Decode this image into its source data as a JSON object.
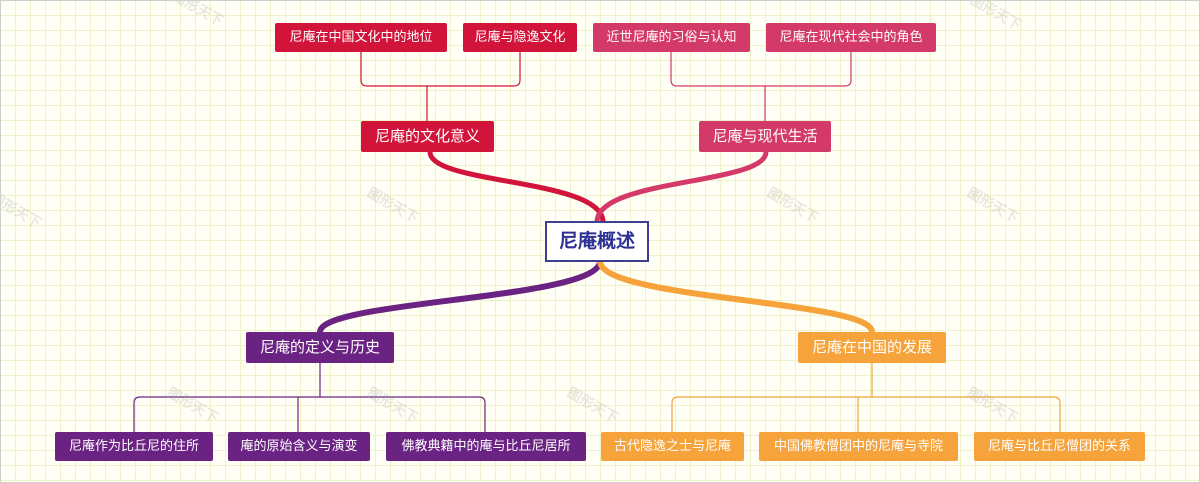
{
  "root": {
    "label": "尼庵概述"
  },
  "branches": {
    "culture": {
      "label": "尼庵的文化意义",
      "color": "#d2143a",
      "children": [
        "尼庵在中国文化中的地位",
        "尼庵与隐逸文化"
      ]
    },
    "modern": {
      "label": "尼庵与现代生活",
      "color": "#d33a6a",
      "children": [
        "近世尼庵的习俗与认知",
        "尼庵在现代社会中的角色"
      ]
    },
    "definition": {
      "label": "尼庵的定义与历史",
      "color": "#6b2383",
      "children": [
        "尼庵作为比丘尼的住所",
        "庵的原始含义与演变",
        "佛教典籍中的庵与比丘尼居所"
      ]
    },
    "china": {
      "label": "尼庵在中国的发展",
      "color": "#f5a33a",
      "children": [
        "古代隐逸之士与尼庵",
        "中国佛教僧团中的尼庵与寺院",
        "尼庵与比丘尼僧团的关系"
      ]
    }
  },
  "watermark": "图形天下"
}
